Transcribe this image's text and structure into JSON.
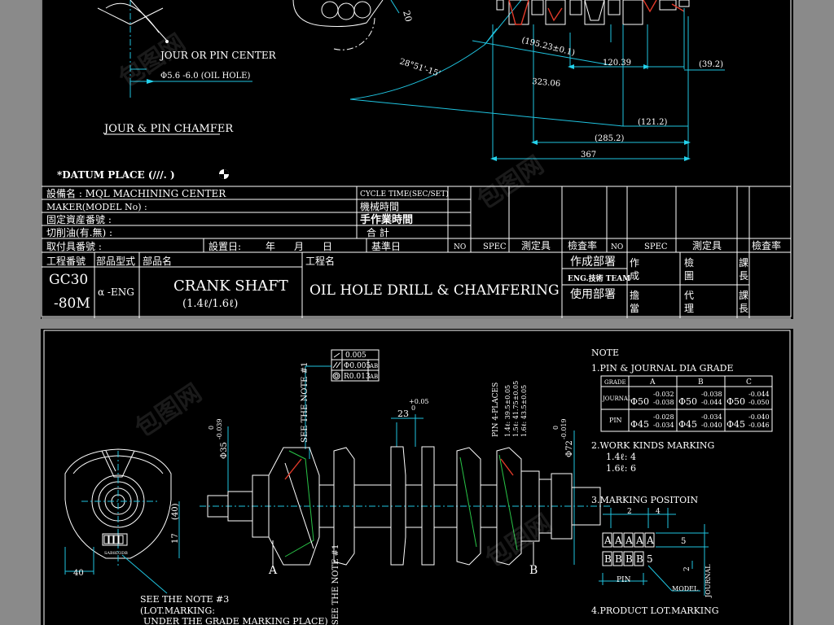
{
  "top": {
    "dims": {
      "d195": "(195.23±0.1)",
      "d120": "120.39",
      "d39": "(39.2)",
      "d323": "323.06",
      "d121": "(121.2)",
      "d285": "(285.2)",
      "d367": "367",
      "d20": "20",
      "angle": "28°51'-15'"
    },
    "jour_pin_center": "JOUR OR PIN CENTER",
    "oil_hole": "Φ5.6 -6.0 (OIL HOLE)",
    "chamfer_title": "JOUR & PIN CHAMFER",
    "datum": "*DATUM PLACE (///.   )",
    "table": {
      "equipment": "設備名 :  MQL MACHINING CENTER",
      "maker": "MAKER(MODEL No) :",
      "asset": "固定資産番號 :",
      "coolant": "切削油(有.無) :",
      "fixture": "取付具番號 :",
      "install_date": "設置日:",
      "year": "年",
      "month": "月",
      "day": "日",
      "base_date": "基準日",
      "cycle_time": "CYCLE TIME(SEC/SET)",
      "machine_time": "機械時間",
      "manual_time": "手作業時間",
      "total": "合  計",
      "no": "NO",
      "spec": "SPEC",
      "gauge": "測定具",
      "check_rate": "檢査率",
      "process_no_label": "工程番號",
      "part_type_label": "部品型式",
      "part_name_label": "部品名",
      "process_name_label": "工程名",
      "process_no_1": "GC30",
      "process_no_2": "-80M",
      "part_type": "α -ENG",
      "part_name": "CRANK SHAFT",
      "part_sub": "(1.4ℓ/1.6ℓ)",
      "process_name": "OIL HOLE DRILL & CHAMFERING",
      "made_dept": "作成部署",
      "eng_team": "ENG.技術 TEAM",
      "use_dept": "使用部署",
      "sig_create_1": "作",
      "sig_create_2": "成",
      "sig_charge_1": "擔",
      "sig_charge_2": "當",
      "sig_check_1": "檢",
      "sig_check_2": "圖",
      "sig_agent_1": "代",
      "sig_agent_2": "理",
      "sig_head_1": "課",
      "sig_head_2": "長",
      "sig_head2_1": "課",
      "sig_head2_2": "長"
    }
  },
  "bottom": {
    "tol": [
      "0.005",
      "Φ0.005",
      "R0.013"
    ],
    "tol_ref": [
      "",
      "AB",
      "AB"
    ],
    "see_note_1": "SEE THE NOTE #1",
    "pin_places": "PIN 4-PLACES",
    "pin_dims": [
      "1.4ℓ: 39.5±0.05",
      "1.5ℓ: 41.75±0.05",
      "1.6ℓ: 43.5±0.05"
    ],
    "d23": "23",
    "d23_tol_up": "+0.05",
    "d23_tol_lo": "0",
    "d35": "Φ35",
    "d35_tol_up": "0",
    "d35_tol_lo": "-0.039",
    "d72": "Φ72",
    "d72_tol_up": "0",
    "d72_tol_lo": "-0.019",
    "d40_paren": "(40)",
    "d17": "17",
    "d40": "40",
    "label_a": "A",
    "label_b": "B",
    "stamp": "SAB8D3DB",
    "see_note_3": "SEE THE NOTE #3",
    "lot_marking": "(LOT.MARKING:",
    "under_grade": "UNDER THE GRADE MARKING PLACE)",
    "see_note_bottom": "SEE THE NOTE #1",
    "note": {
      "title": "NOTE",
      "n1": "1.PIN & JOURNAL DIA GRADE",
      "grade_header": [
        "GRADE",
        "A",
        "B",
        "C"
      ],
      "journal_label": "JOURNAL",
      "pin_label": "PIN",
      "journal_base": [
        "Φ50",
        "Φ50",
        "Φ50"
      ],
      "journal_up": [
        "-0.032",
        "-0.038",
        "-0.044"
      ],
      "journal_lo": [
        "-0.038",
        "-0.044",
        "-0.050"
      ],
      "pin_base": [
        "Φ45",
        "Φ45",
        "Φ45"
      ],
      "pin_up": [
        "-0.028",
        "-0.034",
        "-0.040"
      ],
      "pin_lo": [
        "-0.034",
        "-0.040",
        "-0.046"
      ],
      "n2": "2.WORK KINDS MARKING",
      "kind1": "1.4ℓ: 4",
      "kind2": "1.6ℓ: 6",
      "n3": "3.MARKING POSITOIN",
      "mk_dim2": "2",
      "mk_dim4": "4",
      "mk_dim5": "5",
      "mk_dim2b": "2",
      "row_a": [
        "A",
        "A",
        "A",
        "A",
        "A"
      ],
      "row_b": [
        "B",
        "B",
        "B",
        "B",
        "5"
      ],
      "pin_tag": "PIN",
      "model_tag": "MODEL",
      "journal_tag": "JOURNAL",
      "n4": "4.PRODUCT LOT.MARKING"
    }
  },
  "watermark": "包图网"
}
